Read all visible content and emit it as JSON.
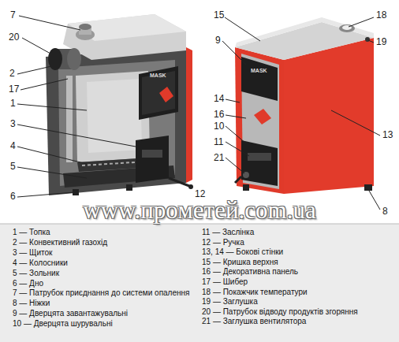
{
  "diagram": {
    "labels": [
      "7",
      "20",
      "2",
      "17",
      "1",
      "3",
      "4",
      "5",
      "6",
      "12",
      "15",
      "18",
      "9",
      "19",
      "14",
      "16",
      "10",
      "11",
      "21",
      "13",
      "8",
      "MASK",
      "MASK",
      "www.прометей.com.ua",
      "1 — Топка",
      "2 — Конвективний газохід",
      "3 — Щиток",
      "4 — Колосники",
      "5 — Зольник",
      "6 — Дно",
      "7 — Патрубок приєднання до системи опалення",
      "8 — Ніжки",
      "9 — Дверцята завантажувальні",
      "10 — Дверцята шурувальні",
      "11 — Заслінка",
      "12 — Ручка",
      "13, 14 — Бокові стінки",
      "15 — Кришка верхня",
      "16 — Декоративна панель",
      "17 — Шибер",
      "18 — Покажчик температури",
      "19 — Заглушка",
      "20 — Патрубок відводу продуктів згоряння",
      "21 — Заглушка вентилятора"
    ]
  }
}
